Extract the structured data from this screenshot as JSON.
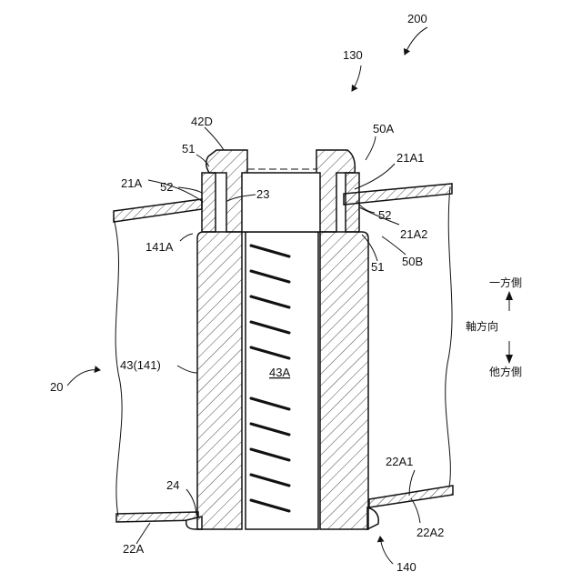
{
  "labels": {
    "assembly": "200",
    "fastener": "130",
    "cap_top": "42D",
    "seal_upper": "50A",
    "ring_51_left": "51",
    "ring_51_right": "51",
    "plate_21A1": "21A1",
    "plate_21A": "21A",
    "ring_52_left": "52",
    "ring_52_right": "52",
    "bore_23": "23",
    "plate_21A2": "21A2",
    "flange_141A": "141A",
    "seal_lower": "50B",
    "body": "43(141)",
    "thread_43A": "43A",
    "member_20": "20",
    "weld_24": "24",
    "plate_22A1": "22A1",
    "plate_22A": "22A",
    "plate_22A2": "22A2",
    "nut_140": "140"
  },
  "direction": {
    "one_side": "一方側",
    "axial": "軸方向",
    "other_side": "他方側"
  }
}
